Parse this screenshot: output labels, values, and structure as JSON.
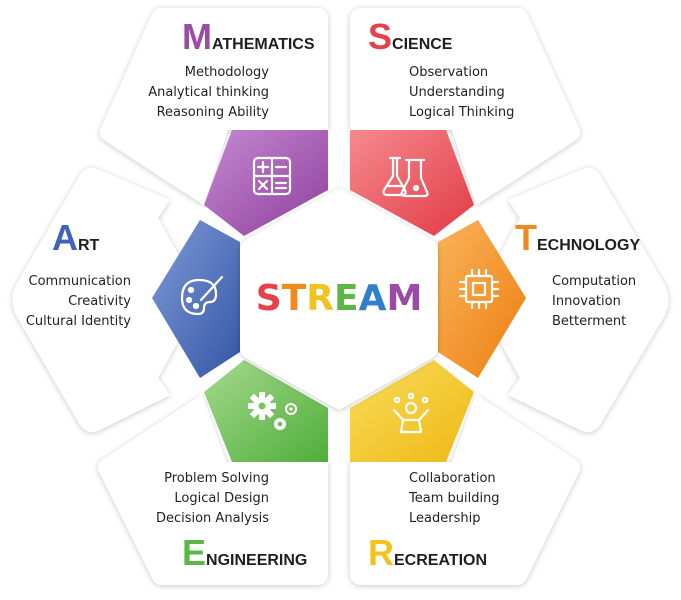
{
  "center": {
    "label_letters": [
      "S",
      "T",
      "R",
      "E",
      "A",
      "M"
    ],
    "letter_colors": [
      "#e6404a",
      "#f08a1e",
      "#f0c41c",
      "#5cb846",
      "#2f80c9",
      "#9b4aa6"
    ]
  },
  "segments": {
    "mathematics": {
      "initial": "M",
      "rest": "ATHEMATICS",
      "bullets": [
        "Methodology",
        "Analytical thinking",
        "Reasoning Ability"
      ],
      "color": "#9b4aa6",
      "icon": "calculator-icon"
    },
    "science": {
      "initial": "S",
      "rest": "CIENCE",
      "bullets": [
        "Observation",
        "Understanding",
        "Logical Thinking"
      ],
      "color": "#e6404a",
      "icon": "flask-icon"
    },
    "technology": {
      "initial": "T",
      "rest": "ECHNOLOGY",
      "bullets": [
        "Computation",
        "Innovation",
        "Betterment"
      ],
      "color": "#f08a1e",
      "icon": "chip-icon"
    },
    "recreation": {
      "initial": "R",
      "rest": "ECREATION",
      "bullets": [
        "Collaboration",
        "Team building",
        "Leadership"
      ],
      "color": "#f0c41c",
      "icon": "person-juggling-icon"
    },
    "engineering": {
      "initial": "E",
      "rest": "NGINEERING",
      "bullets": [
        "Problem Solving",
        "Logical Design",
        "Decision Analysis"
      ],
      "color": "#5cb846",
      "icon": "gears-icon"
    },
    "art": {
      "initial": "A",
      "rest": "RT",
      "bullets": [
        "Communication",
        "Creativity",
        "Cultural Identity"
      ],
      "color": "#3f63b8",
      "icon": "palette-icon"
    }
  }
}
